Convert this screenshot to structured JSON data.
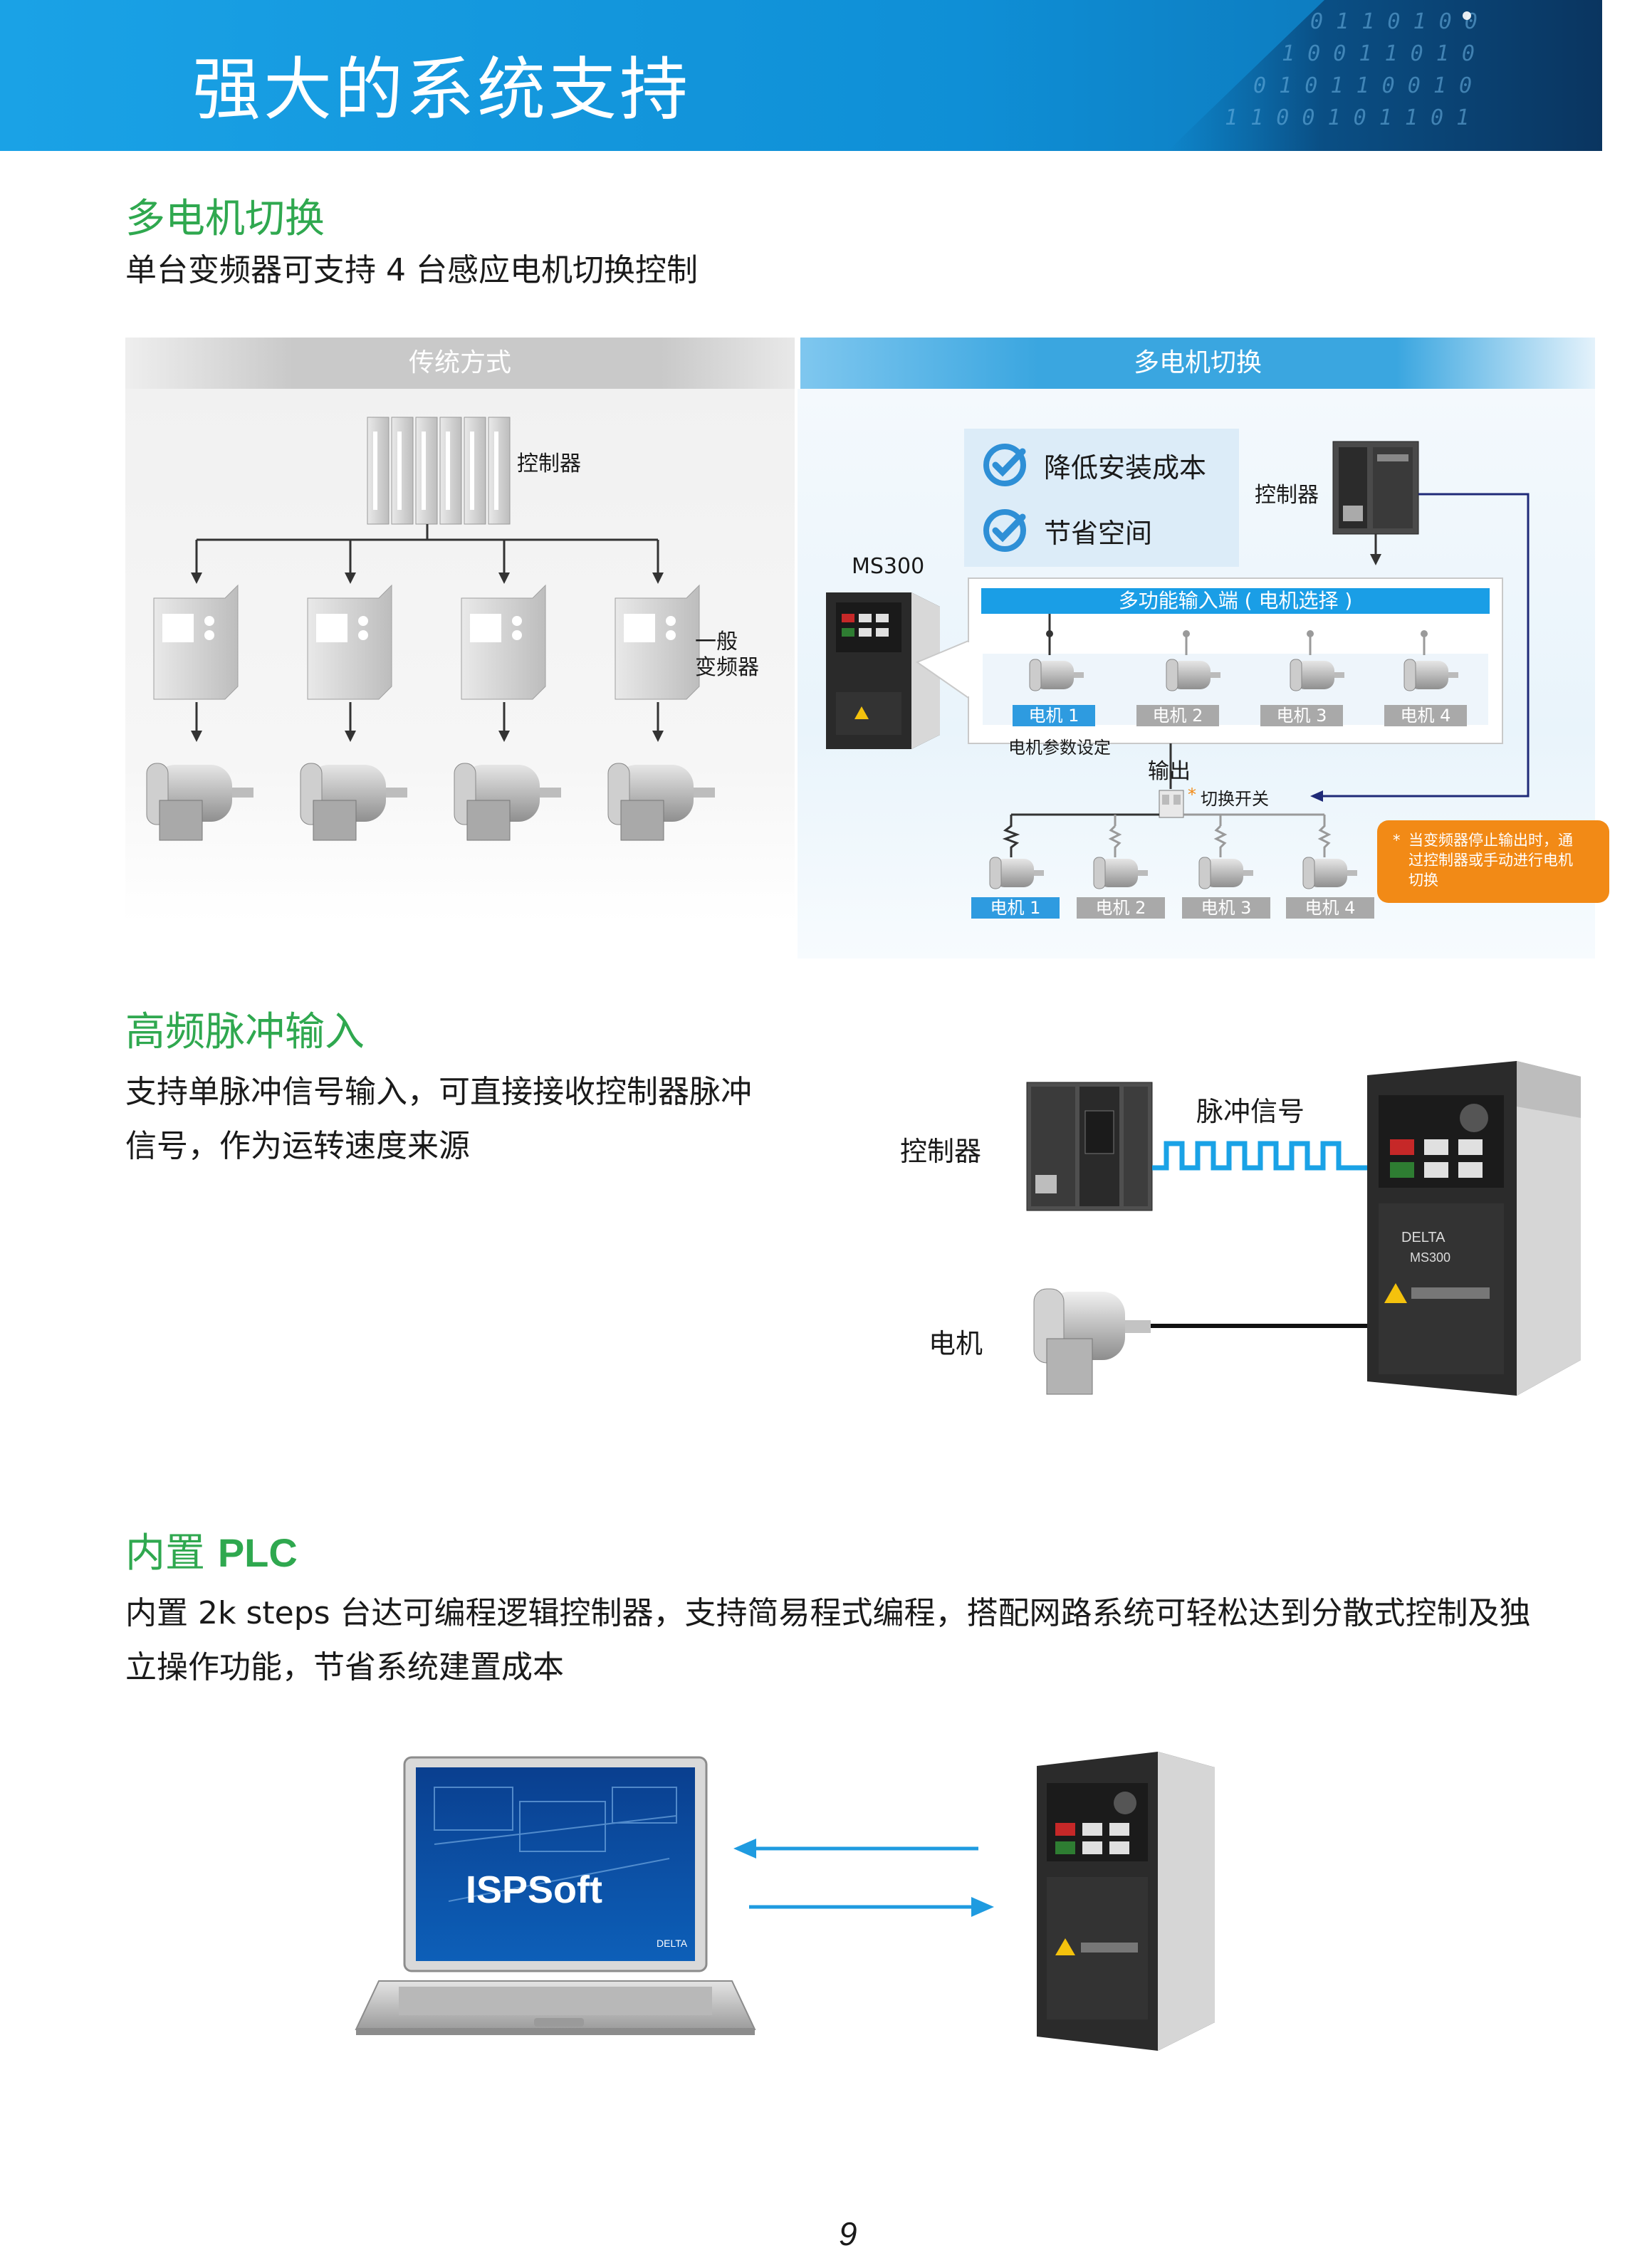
{
  "header": {
    "title": "强大的系统支持"
  },
  "section1": {
    "title": "多电机切换",
    "subtitle": "单台变频器可支持 4 台感应电机切换控制",
    "left_bar": "传统方式",
    "right_bar": "多电机切换",
    "left": {
      "controller_label": "控制器",
      "inverter_label_line1": "一般",
      "inverter_label_line2": "变频器"
    },
    "right": {
      "benefits": [
        "降低安装成本",
        "节省空间"
      ],
      "controller_label": "控制器",
      "model_label": "MS300",
      "input_bar": "多功能输入端 ( 电机选择 )",
      "motor_chips": [
        "电机 1",
        "电机 2",
        "电机 3",
        "电机 4"
      ],
      "param_label": "电机参数设定",
      "output_label": "输出",
      "switch_star": "*",
      "switch_label": "切换开关",
      "bottom_motor_chips": [
        "电机 1",
        "电机 2",
        "电机 3",
        "电机 4"
      ],
      "note_star": "*",
      "note_lines": [
        "当变频器停止输出时，通",
        "过控制器或手动进行电机",
        "切换"
      ]
    }
  },
  "section2": {
    "title": "高频脉冲输入",
    "body_lines": [
      "支持单脉冲信号输入，可直接接收控制器脉冲",
      "信号，作为运转速度来源"
    ],
    "controller_label": "控制器",
    "pulse_label": "脉冲信号",
    "motor_label": "电机",
    "device_brand": "DELTA",
    "device_model": "MS300"
  },
  "section3": {
    "title_cn": "内置 ",
    "title_en": "PLC",
    "body_lines": [
      "内置 2k steps 台达可编程逻辑控制器，支持简易程式编程，搭配网路系统可轻松达到分散式控制及独",
      "立操作功能，节省系统建置成本"
    ],
    "screen_text": "ISPSoft",
    "screen_brand": "DELTA"
  },
  "footer": {
    "page_number": "9"
  },
  "colors": {
    "green_title": "#2fa84f",
    "header_blue": "#1aa2e6",
    "arrow_blue": "#1f9be0",
    "note_orange": "#f28a16",
    "navy_line": "#1f2a78"
  }
}
